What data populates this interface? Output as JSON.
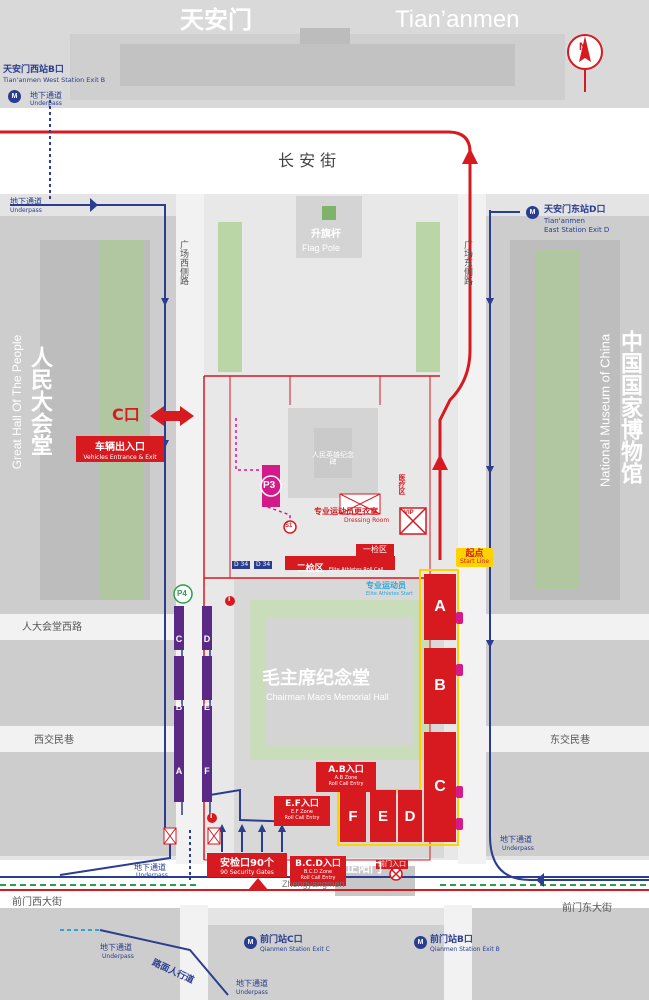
{
  "north": {
    "label": "N"
  },
  "landmarks": {
    "tiananmen_cn": "天安门",
    "tiananmen_en": "Tian’anmen",
    "great_hall_cn": "人民大会堂",
    "great_hall_en": "Great Hall Of The People",
    "museum_cn": "中国国家博物馆",
    "museum_en": "National Museum of China",
    "mausoleum_cn": "毛主席纪念堂",
    "mausoleum_en": "Chairman Mao's Memorial Hall",
    "monument_cn": "人民英雄纪念碑",
    "flag_pole_cn": "升旗杆",
    "flag_pole_en": "Flag Pole",
    "zhengyangmen_cn": "正阳门",
    "zhengyangmen_en": "Zhengyangmen"
  },
  "streets": {
    "changan": "长 安 街",
    "square_west": "广场西侧路",
    "square_east": "广场东侧路",
    "renda_west": "人大会堂西路",
    "xijiao": "西交民巷",
    "dongjiao": "东交民巷",
    "qianmen_west": "前门西大街",
    "qianmen_east": "前门东大街",
    "pedestrian": "路面人行道"
  },
  "stations": {
    "west_b_cn": "天安门西站B口",
    "west_b_en": "Tian'anmen West Station Exit B",
    "east_d_cn": "天安门东站D口",
    "east_d_en1": "Tian'anmen",
    "east_d_en2": "East Station Exit D",
    "qianmen_c_cn": "前门站C口",
    "qianmen_c_en": "Qianmen Station Exit C",
    "qianmen_b_cn": "前门站B口",
    "qianmen_b_en": "Qianmen Station Exit B",
    "metro_icon_text": "M"
  },
  "underpass": {
    "cn": "地下通道",
    "en": "Underpass"
  },
  "vehicles": {
    "c_gate": "C口",
    "entrance_cn": "车辆出入口",
    "entrance_en": "Vehicles Entrance & Exit"
  },
  "parking": {
    "p3": "P3",
    "p4": "P4",
    "s1": "S1"
  },
  "checkpoints": {
    "second_cn": "二检区",
    "second_en": "Elite Athletes Roll Call",
    "first_cn": "一检区",
    "dressing_cn": "专业运动员更衣室",
    "dressing_en": "Dressing Room",
    "athlete_cn": "专业运动员",
    "athlete_en": "Elite Athletes Start",
    "medical_cn": "医疗区",
    "vip": "VIP",
    "bus_a": "D 34",
    "bus_b": "D 34",
    "info": "i"
  },
  "start": {
    "cn": "起点",
    "en": "Start Line"
  },
  "entries": {
    "ab_cn": "A.B入口",
    "ab_en1": "A.B Zone",
    "ab_en2": "Roll Call Entry",
    "ef_cn": "E.F入口",
    "ef_en1": "E.F Zone",
    "ef_en2": "Roll Call Entry",
    "bcd_cn": "B.C.D入口",
    "bcd_en1": "B.C.D Zone",
    "bcd_en2": "Roll Call Entry",
    "security_cn": "安检口90个",
    "security_en": "90 Security Gates",
    "qianmen_gate": "前门入口"
  },
  "zones": {
    "east": [
      "A",
      "B",
      "C"
    ],
    "south": [
      "F",
      "E",
      "D"
    ],
    "west_lane1": [
      "C",
      "B",
      "A"
    ],
    "west_lane2": [
      "D",
      "E",
      "F"
    ]
  },
  "colors": {
    "red": "#d71920",
    "blue": "#2a3d8f",
    "purple": "#5b2a86",
    "yellow": "#ffd200",
    "green": "#8fbf6a",
    "magenta": "#d6198a"
  }
}
